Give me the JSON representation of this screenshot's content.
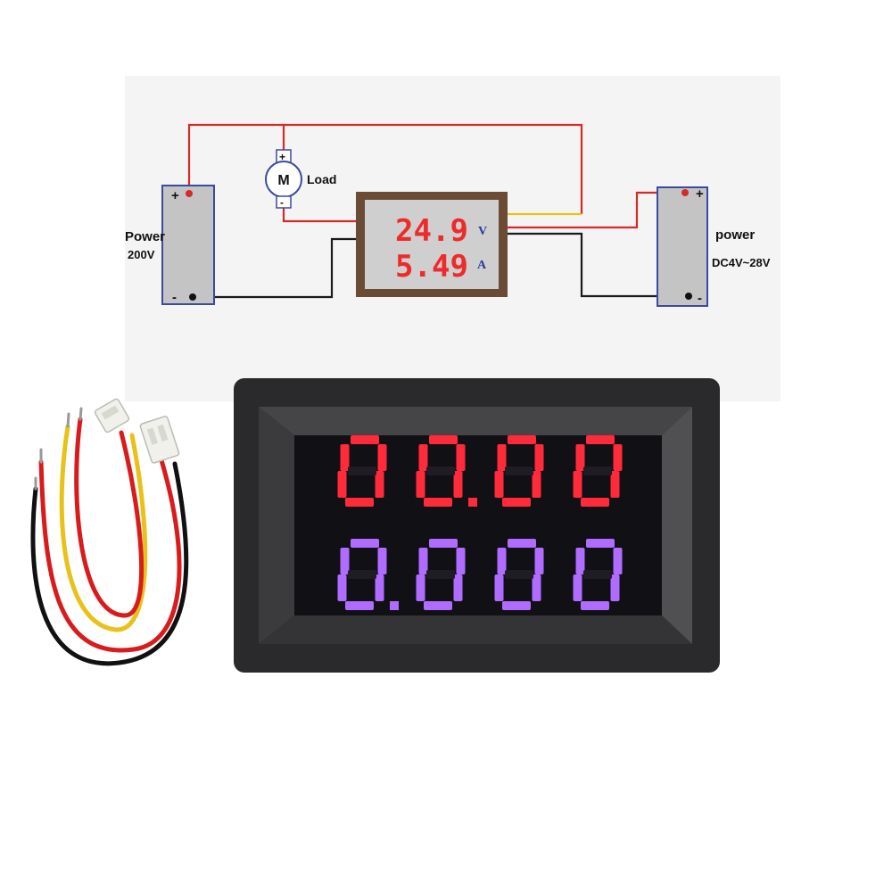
{
  "wiring_diagram": {
    "left_supply": {
      "label": "Power",
      "voltage": "200V",
      "plus": "+",
      "minus": "-"
    },
    "right_supply": {
      "label": "power",
      "voltage": "DC4V~28V",
      "plus": "+",
      "minus": "-"
    },
    "load": {
      "symbol": "M",
      "label": "Load",
      "plus": "+",
      "minus": "-"
    },
    "meter": {
      "voltage_reading": "24.9",
      "current_reading": "5.49",
      "voltage_unit": "V",
      "current_unit": "A"
    }
  },
  "product_display": {
    "top_row": "00.00",
    "bottom_row": "0.000",
    "top_color": "#ff2a3a",
    "bottom_color": "#b06cff"
  },
  "cable": {
    "wire_colors": [
      "#d81c1c",
      "#e8c21a",
      "#111111"
    ]
  }
}
